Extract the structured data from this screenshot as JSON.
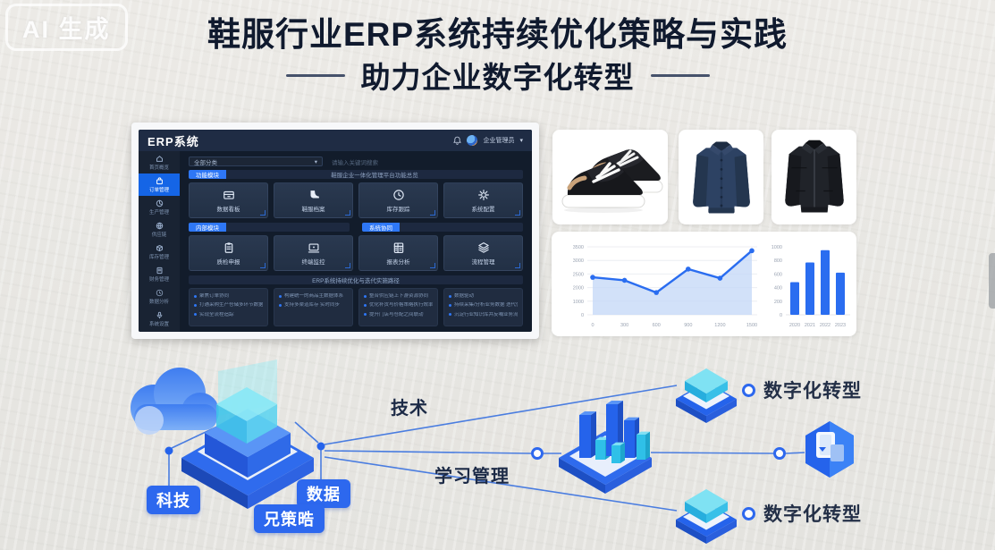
{
  "badge": {
    "label": "AI 生成"
  },
  "title": "鞋服行业ERP系统持续优化策略与实践",
  "subtitle": "助力企业数字化转型",
  "dashboard": {
    "window_title": "ERP系统",
    "header": {
      "user": "企业管理员"
    },
    "topbar": {
      "filter": "全部分类",
      "search": "请输入关键词搜索",
      "caret": "▾"
    },
    "sidebar": [
      {
        "label": "首页概览",
        "icon": "home-icon",
        "active": false
      },
      {
        "label": "订单管理",
        "icon": "bag-icon",
        "active": true
      },
      {
        "label": "生产管理",
        "icon": "pie-icon",
        "active": false
      },
      {
        "label": "供应链",
        "icon": "globe-icon",
        "active": false
      },
      {
        "label": "库存管理",
        "icon": "box-icon",
        "active": false
      },
      {
        "label": "财务管理",
        "icon": "doc-icon",
        "active": false
      },
      {
        "label": "数据分析",
        "icon": "clock-icon",
        "active": false
      },
      {
        "label": "系统设置",
        "icon": "mic-icon",
        "active": false
      }
    ],
    "section1": {
      "tag": "功能模块",
      "title": "鞋服企业一体化管理平台功能总览"
    },
    "feature_cards_row1": [
      {
        "icon": "drawer-icon",
        "label": "数据看板"
      },
      {
        "icon": "shoe-icon",
        "label": "鞋服档案"
      },
      {
        "icon": "clock-icon",
        "label": "库存跟踪"
      },
      {
        "icon": "gear-icon",
        "label": "系统配置"
      }
    ],
    "subsections": [
      {
        "tag": "内部模块"
      },
      {
        "tag": "系统协同"
      }
    ],
    "feature_cards_row2": [
      {
        "icon": "clipboard-icon",
        "label": "质检申报"
      },
      {
        "icon": "monitor-icon",
        "label": "终端监控"
      },
      {
        "icon": "report-icon",
        "label": "报表分析"
      },
      {
        "icon": "layers-icon",
        "label": "流程管理"
      }
    ],
    "banner": "ERP系统持续优化与迭代实施路径",
    "note_cards": [
      {
        "bullets": [
          "聚焦订单协同",
          "打通采购生产仓储多环节数据",
          "实现全流程追踪"
        ]
      },
      {
        "bullets": [
          "构建统一的商品主数据体系",
          "支持多渠道库存 实时同步"
        ]
      },
      {
        "bullets": [
          "整合供应链上下游资源协同",
          "优化补货与价格策略执行效率",
          "提升门店与仓配之间联动"
        ]
      },
      {
        "bullets": [
          "数据驱动",
          "持续采集/分析业务数据 迭代优化",
          "沉淀行业知识库并反哺业务流程升级"
        ]
      }
    ]
  },
  "products": [
    {
      "image": "black-sneakers-photo"
    },
    {
      "image": "navy-shirt-jacket-photo"
    },
    {
      "image": "black-jacket-photo"
    }
  ],
  "chart_data": [
    {
      "type": "area",
      "title": "",
      "x": [
        "0",
        "300",
        "600",
        "900",
        "1200",
        "1500"
      ],
      "values": [
        1930,
        1775,
        1145,
        2355,
        1885,
        3300
      ],
      "ylim": [
        0,
        3500
      ],
      "yticks": [
        "3500",
        "3000",
        "2500",
        "2000",
        "1000",
        "0"
      ],
      "grid": true,
      "color": "#2a6df0",
      "fill": "#c7d9f7"
    },
    {
      "type": "bar",
      "title": "",
      "categories": [
        "2020",
        "2021",
        "2022",
        "2023"
      ],
      "values": [
        480,
        770,
        950,
        620
      ],
      "ylim": [
        0,
        1000
      ],
      "yticks": [
        "1000",
        "800",
        "600",
        "400",
        "200",
        "0"
      ],
      "grid": false,
      "color": "#2a6df0"
    }
  ],
  "diagram": {
    "pills": [
      {
        "label": "科技"
      },
      {
        "label": "数据"
      },
      {
        "label": "兄策晧"
      }
    ],
    "line_labels": [
      {
        "label": "技术"
      },
      {
        "label": "学习管理"
      }
    ],
    "endpoints": [
      {
        "label": "数字化转型"
      },
      {
        "label": "数字化转型"
      }
    ],
    "colors": {
      "primary": "#2563eb",
      "cyan": "#3ec9ec",
      "line": "#4a7de0"
    }
  }
}
